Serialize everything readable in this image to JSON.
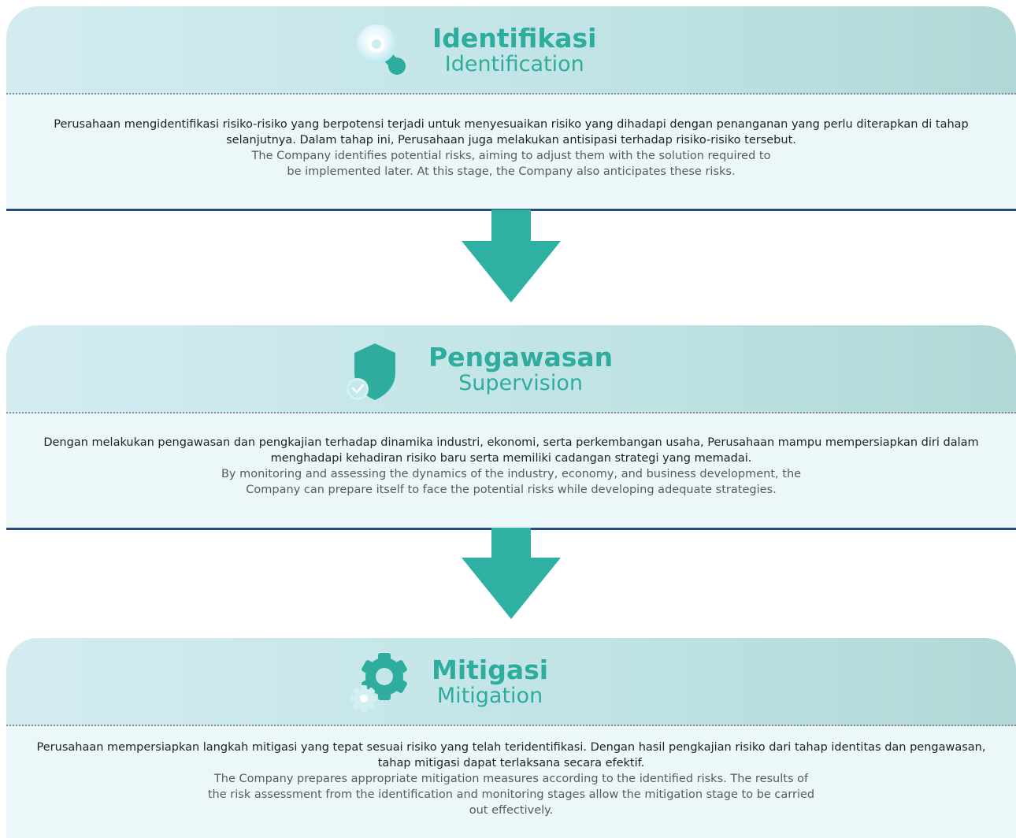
{
  "colors": {
    "accent": "#2eac9d",
    "header_gradient_start": "#d3ecf2",
    "header_gradient_end": "#b1d8d6",
    "body_background": "#ecf7fa",
    "separator_line": "#294a7e"
  },
  "stages": [
    {
      "icon": "magnifier-icon",
      "title_id": "Identifikasi",
      "title_en": "Identification",
      "desc_id": "Perusahaan mengidentifikasi risiko-risiko yang berpotensi terjadi untuk menyesuaikan risiko yang dihadapi dengan penanganan yang perlu diterapkan di tahap selanjutnya. Dalam tahap ini, Perusahaan juga melakukan antisipasi terhadap risiko-risiko tersebut.",
      "desc_en": "The Company identifies potential risks, aiming to adjust them with the solution required to be implemented later. At this stage, the Company also anticipates these risks."
    },
    {
      "icon": "shield-check-icon",
      "title_id": "Pengawasan",
      "title_en": "Supervision",
      "desc_id": "Dengan melakukan pengawasan dan pengkajian terhadap dinamika industri, ekonomi, serta perkembangan usaha, Perusahaan mampu mempersiapkan diri dalam menghadapi kehadiran risiko baru serta memiliki cadangan strategi yang memadai.",
      "desc_en": "By monitoring and assessing the dynamics of the industry, economy, and business development, the Company can prepare itself to face the potential risks while developing adequate strategies."
    },
    {
      "icon": "gears-icon",
      "title_id": "Mitigasi",
      "title_en": "Mitigation",
      "desc_id": "Perusahaan mempersiapkan langkah mitigasi yang tepat sesuai risiko yang telah teridentifikasi. Dengan hasil pengkajian risiko dari tahap identitas dan pengawasan, tahap mitigasi dapat terlaksana secara efektif.",
      "desc_en": "The Company prepares appropriate mitigation measures according to the identified risks. The results of the risk assessment from the identification and monitoring stages allow the mitigation stage to be carried out effectively."
    }
  ]
}
